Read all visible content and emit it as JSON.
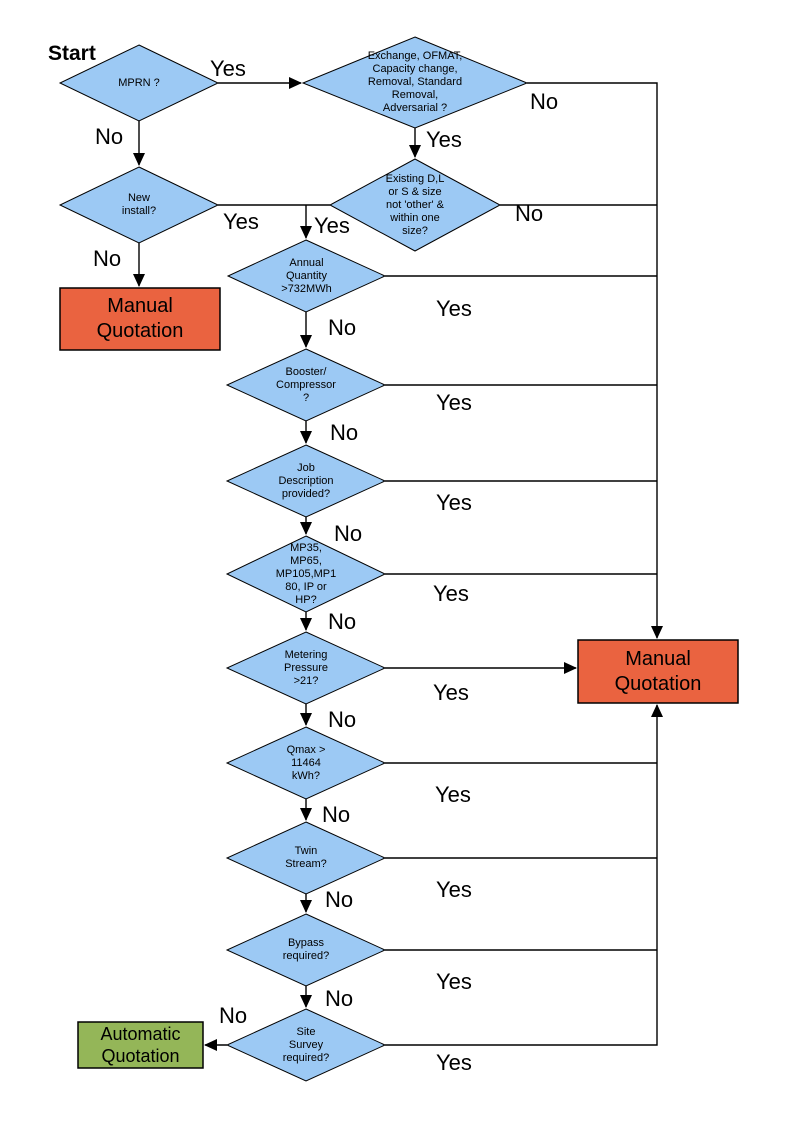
{
  "colors": {
    "diamond_fill": "#9CC9F4",
    "manual_fill": "#EA6340",
    "auto_fill": "#94B658",
    "outline": "#000000"
  },
  "start_label": "Start",
  "nodes": {
    "mprn": {
      "label": "MPRN ?"
    },
    "exchange": {
      "label": "Exchange, OFMAT,\nCapacity change,\nRemoval, Standard\nRemoval,\nAdversarial ?"
    },
    "new_install": {
      "label": "New\ninstall?"
    },
    "existing": {
      "label": "Existing D,L\nor S & size\nnot 'other' &\nwithin one\nsize?"
    },
    "annual_quantity": {
      "label": "Annual\nQuantity\n>732MWh"
    },
    "booster": {
      "label": "Booster/\nCompressor\n?"
    },
    "job_description": {
      "label": "Job\nDescription\nprovided?"
    },
    "mp_tier": {
      "label": "MP35,\nMP65,\nMP105,MP1\n80, IP or\nHP?"
    },
    "metering_pressure": {
      "label": "Metering\nPressure\n>21?"
    },
    "qmax": {
      "label": "Qmax >\n11464\nkWh?"
    },
    "twin_stream": {
      "label": "Twin\nStream?"
    },
    "bypass": {
      "label": "Bypass\nrequired?"
    },
    "site_survey": {
      "label": "Site\nSurvey\nrequired?"
    },
    "manual_quotation_left": {
      "label": "Manual\nQuotation"
    },
    "manual_quotation_right": {
      "label": "Manual\nQuotation"
    },
    "automatic_quotation": {
      "label": "Automatic\nQuotation"
    }
  },
  "edge_labels": {
    "mprn_yes": "Yes",
    "mprn_no": "No",
    "exchange_no": "No",
    "exchange_yes": "Yes",
    "new_install_yes": "Yes",
    "new_install_no": "No",
    "existing_yes": "Yes",
    "existing_no": "No",
    "annual_no": "No",
    "annual_yes": "Yes",
    "booster_no": "No",
    "booster_yes": "Yes",
    "job_no": "No",
    "job_yes": "Yes",
    "mp_no": "No",
    "mp_yes": "Yes",
    "metering_no": "No",
    "metering_yes": "Yes",
    "qmax_no": "No",
    "qmax_yes": "Yes",
    "twin_no": "No",
    "twin_yes": "Yes",
    "bypass_no": "No",
    "bypass_yes": "Yes",
    "site_no": "No",
    "site_yes": "Yes"
  }
}
